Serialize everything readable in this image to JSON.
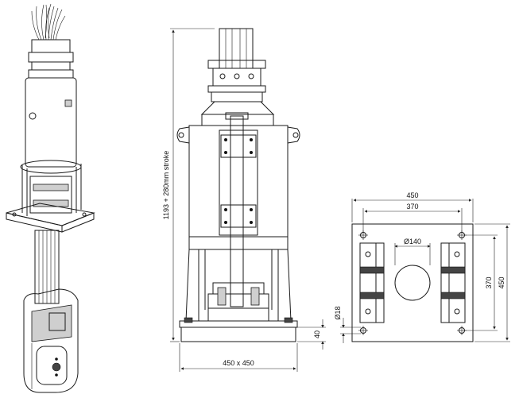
{
  "front_view": {
    "height_label": "1193 + 280mm stroke",
    "base_label": "450 x 450",
    "base_thickness_label": "40"
  },
  "plan_view": {
    "outer_width_label": "450",
    "hole_spacing_label": "370",
    "center_hole_label": "Ø140",
    "hole_dia_label": "Ø18",
    "side_spacing_label": "370",
    "side_width_label": "450"
  }
}
